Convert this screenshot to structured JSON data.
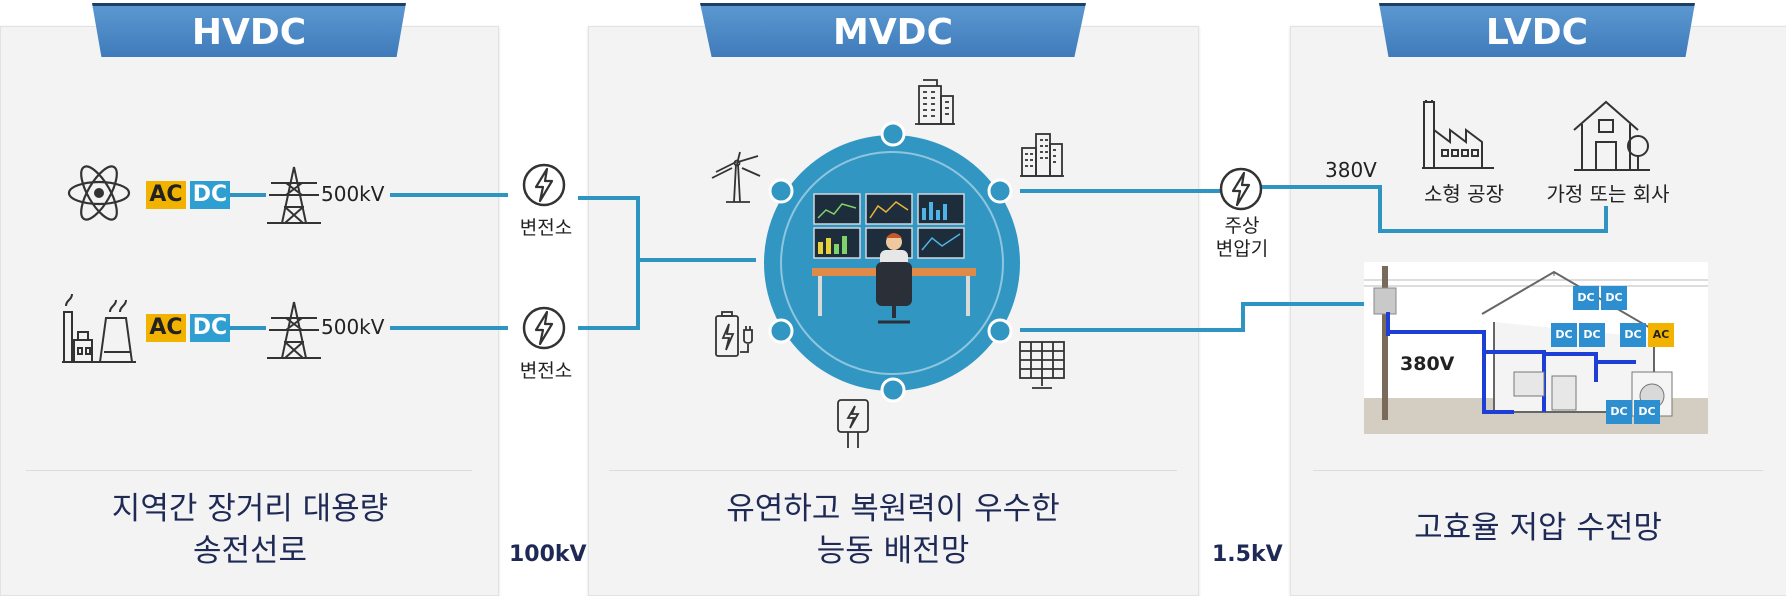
{
  "hvdc": {
    "title": "HVDC",
    "ac": "AC",
    "dc": "DC",
    "voltage_top": "500kV",
    "voltage_bottom": "500kV",
    "caption_line1": "지역간 장거리 대용량",
    "caption_line2": "송전선로"
  },
  "mvdc": {
    "title": "MVDC",
    "caption_line1": "유연하고 복원력이 우수한",
    "caption_line2": "능동 배전망"
  },
  "lvdc": {
    "title": "LVDC",
    "voltage_380_top": "380V",
    "factory_label": "소형 공장",
    "home_label": "가정 또는 회사",
    "voltage_380_house": "380V",
    "caption": "고효율 저압 수전망",
    "house_dc": "DC",
    "house_ac": "AC"
  },
  "substation_label": "변전소",
  "pole_transformer_line1": "주상",
  "pole_transformer_line2": "변압기",
  "voltage_100kv": "100kV",
  "voltage_15kv": "1.5kV",
  "colors": {
    "tab": "#4a88c7",
    "line": "#2e94c2",
    "circle": "#3296c3",
    "ac": "#f2b300",
    "dc": "#2e9fd0",
    "caption": "#1e2a55"
  }
}
